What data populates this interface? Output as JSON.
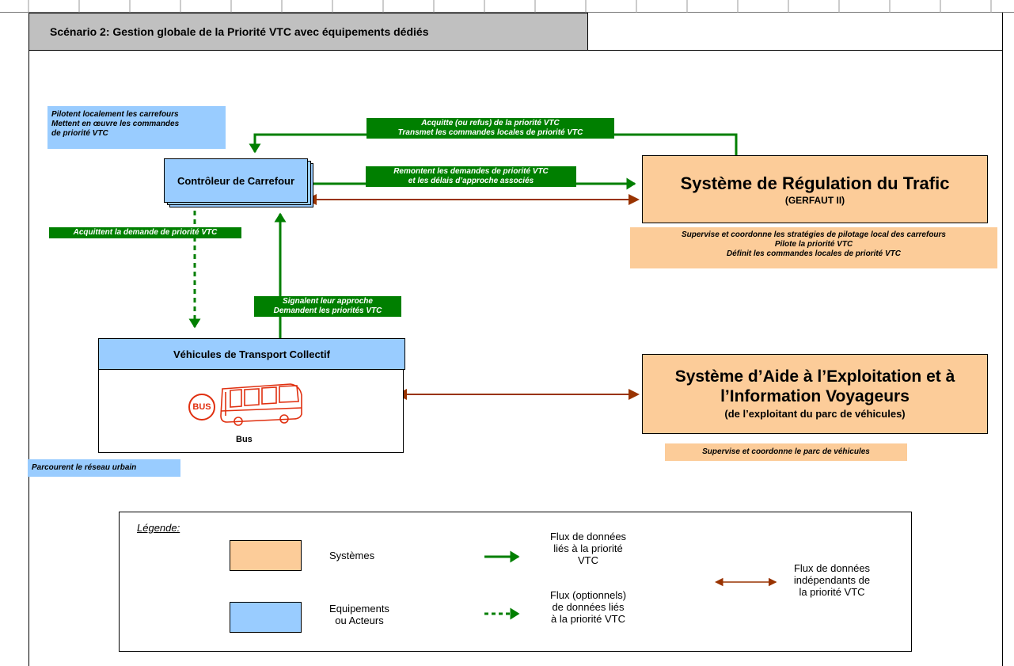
{
  "title": "Scénario 2: Gestion globale de la Priorité VTC avec équipements dédiés",
  "colors": {
    "equipment_blue": "#99ccff",
    "system_orange": "#fccc99",
    "priority_green": "#007f00",
    "independent_brown": "#993300",
    "title_gray": "#c0c0c0"
  },
  "controller": {
    "label": "Contrôleur de Carrefour",
    "note_lines": [
      "Pilotent localement les carrefours",
      "Mettent en œuvre les commandes",
      "de priorité VTC"
    ]
  },
  "srt": {
    "title": "Système de Régulation du Trafic",
    "subtitle": "(GERFAUT II)",
    "note_lines": [
      "Supervise et coordonne les stratégies de pilotage local des carrefours",
      "Pilote la priorité VTC",
      "Définit les commandes locales de priorité VTC"
    ]
  },
  "vehicles": {
    "title": "Véhicules de Transport Collectif",
    "bus_badge": "BUS",
    "bus_label": "Bus",
    "bus_icon": "bus-icon",
    "note": "Parcourent le réseau urbain"
  },
  "saeiv": {
    "title_line1": "Système d’Aide à l’Exploitation et à",
    "title_line2": "l’Information Voyageurs",
    "subtitle": "(de l’exploitant du parc de véhicules)",
    "note": "Supervise et coordonne le parc de véhicules"
  },
  "flows": {
    "top": [
      "Acquitte (ou refus) de la priorité VTC",
      "Transmet les commandes locales de priorité VTC"
    ],
    "middle": [
      "Remontent les demandes de priorité VTC",
      "et les délais d’approche associés"
    ],
    "ack": "Acquittent la demande de priorité VTC",
    "signal": [
      "Signalent leur approche",
      "Demandent les priorités VTC"
    ]
  },
  "legend": {
    "title": "Légende:",
    "systems": "Systèmes",
    "equipment": [
      "Equipements",
      "ou Acteurs"
    ],
    "priority_flow": [
      "Flux de données",
      "liés à la priorité",
      "VTC"
    ],
    "optional_flow": [
      "Flux (optionnels)",
      "de données liés",
      "à la priorité VTC"
    ],
    "independent_flow": [
      "Flux de données",
      "indépendants de",
      "la priorité VTC"
    ]
  }
}
